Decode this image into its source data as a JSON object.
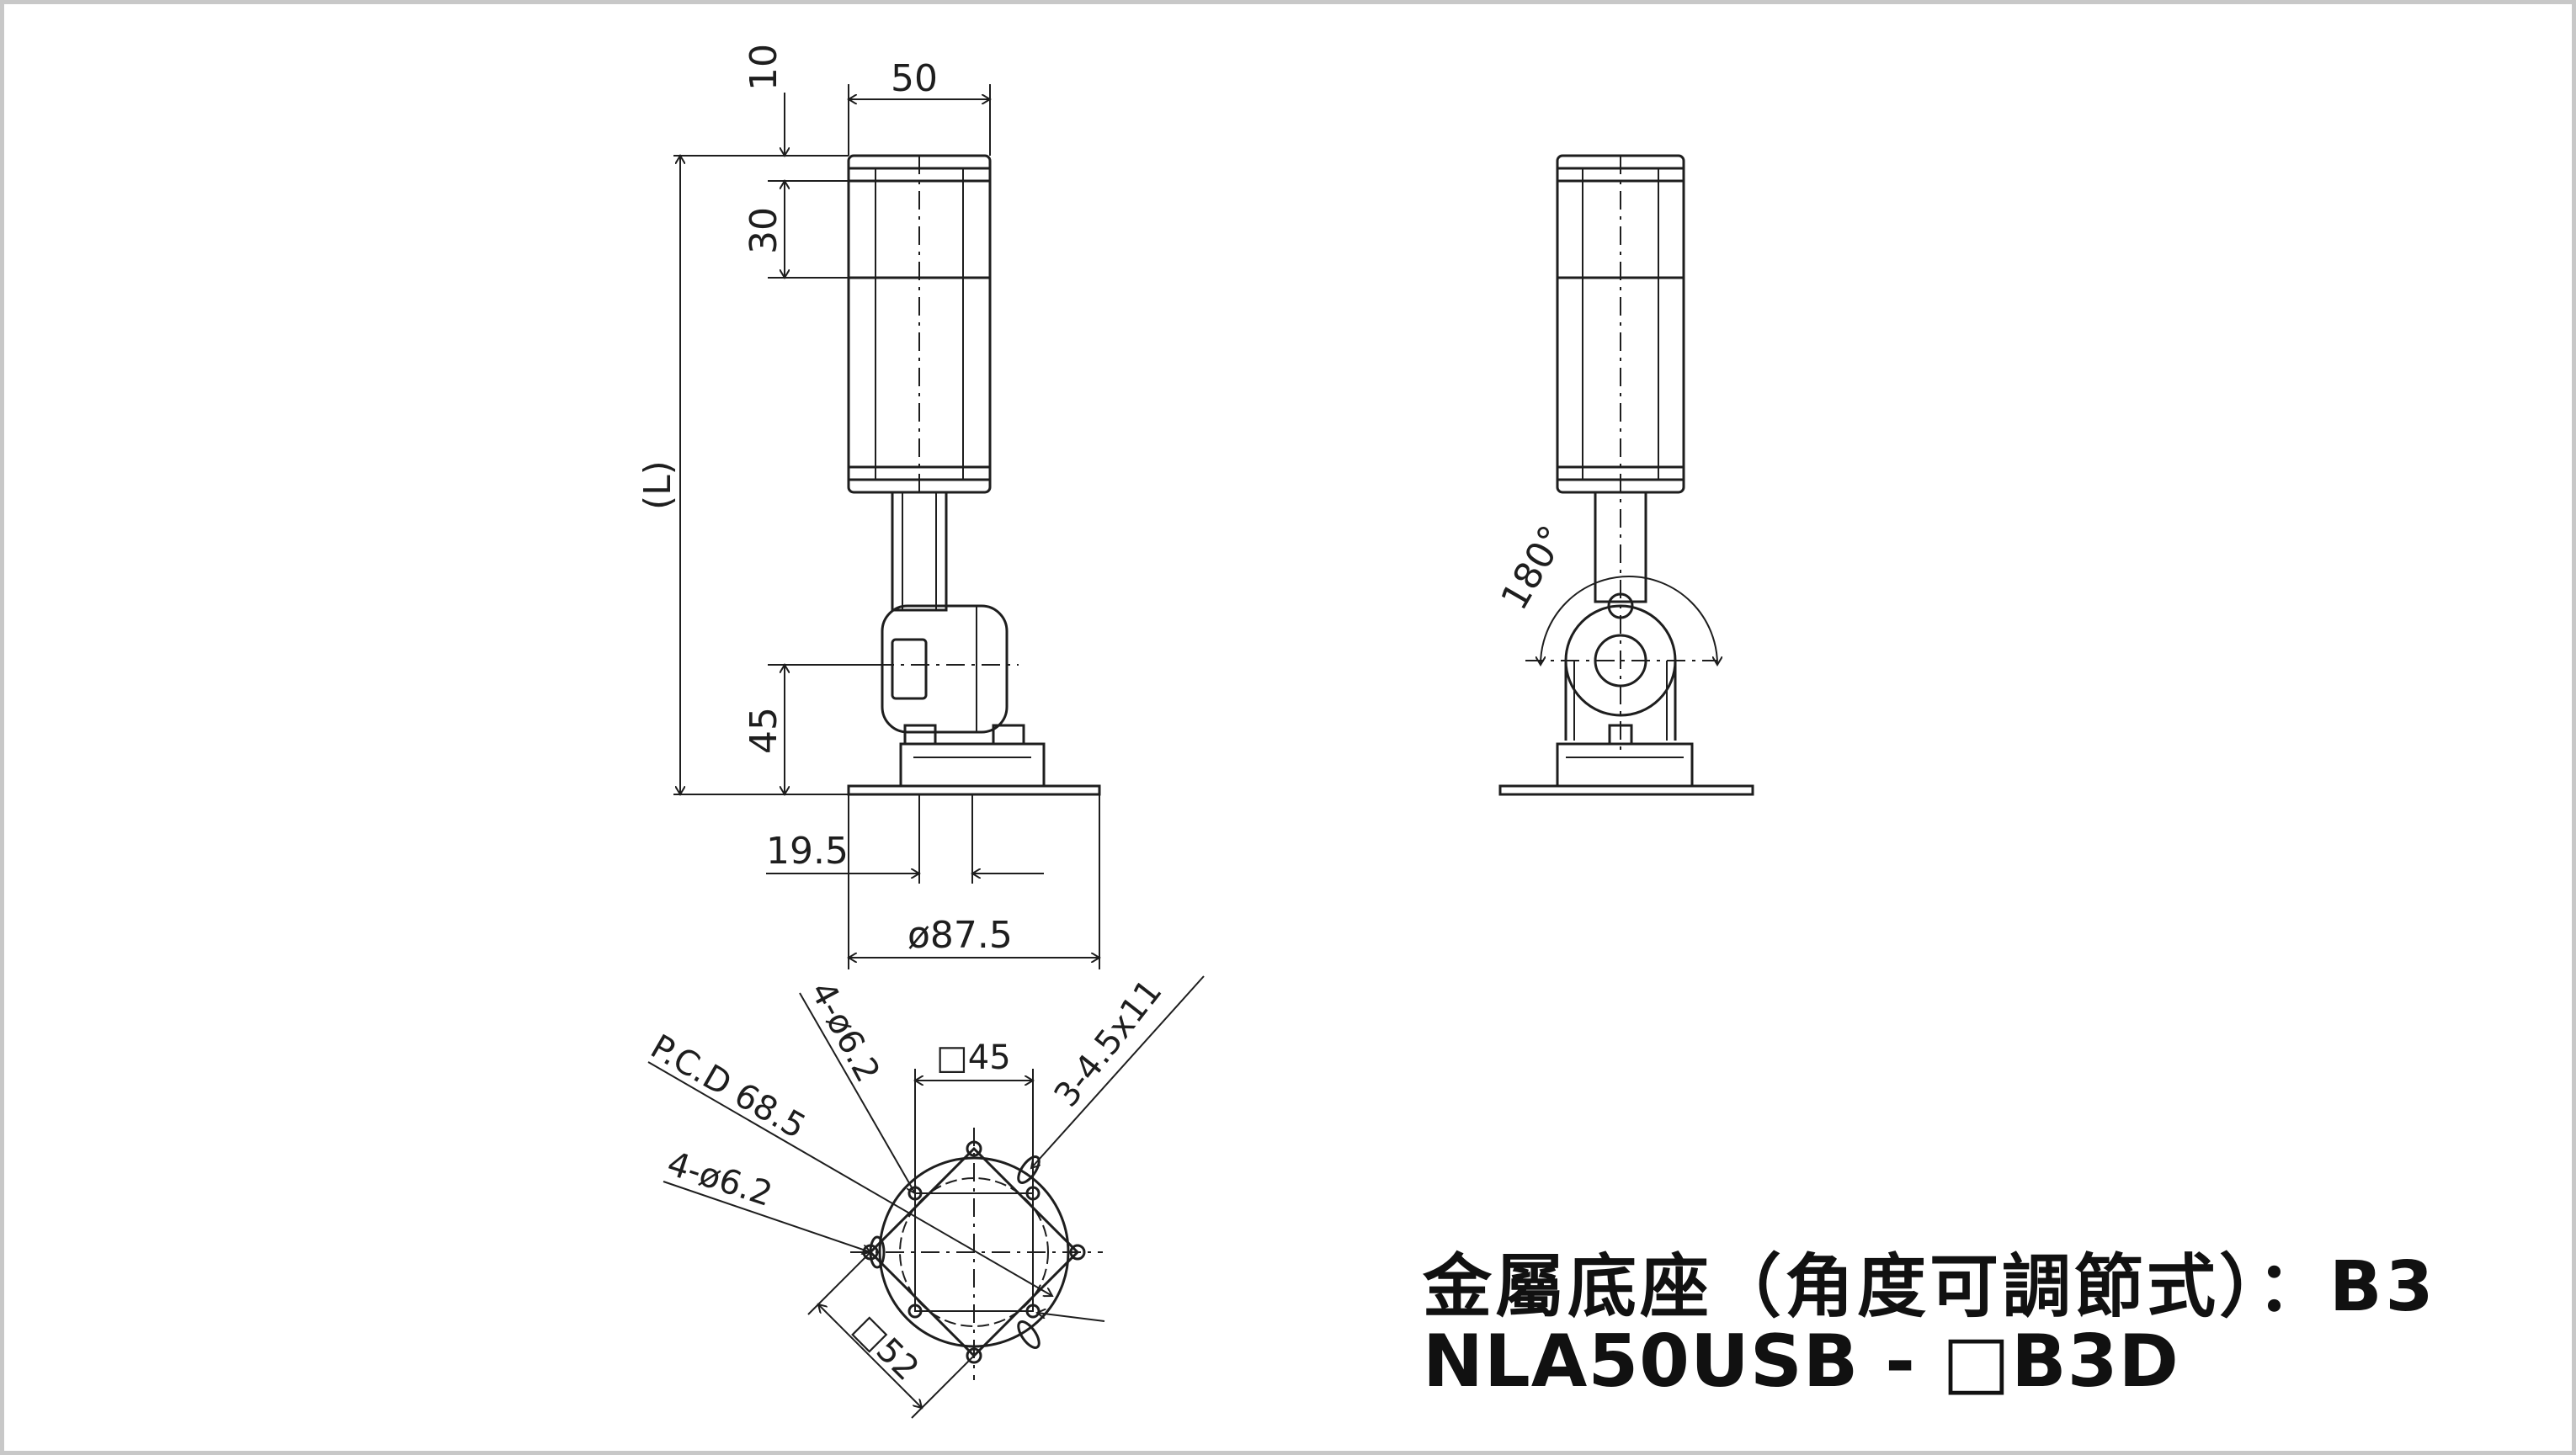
{
  "figure": {
    "front_view": {
      "dim_top": "10",
      "dim_width": "50",
      "dim_cap": "30",
      "dim_length": "(L)",
      "dim_base_height": "45",
      "dim_offset": "19.5",
      "dim_base_diameter": "ø87.5"
    },
    "side_view": {
      "angle": "180°"
    },
    "bottom_view": {
      "holes_top": "4-ø6.2",
      "square_top": "□45",
      "slots": "3-4.5x11",
      "pcd": "P.C.D 68.5",
      "holes_left": "4-ø6.2",
      "square_bottom": "□52"
    }
  },
  "caption": {
    "line1": "金屬底座（角度可調節式）：B3",
    "line2": "NLA50USB - □B3D"
  },
  "colors": {
    "line": "#1e1e1e",
    "border": "#c8c8c8",
    "background": "#ffffff"
  }
}
